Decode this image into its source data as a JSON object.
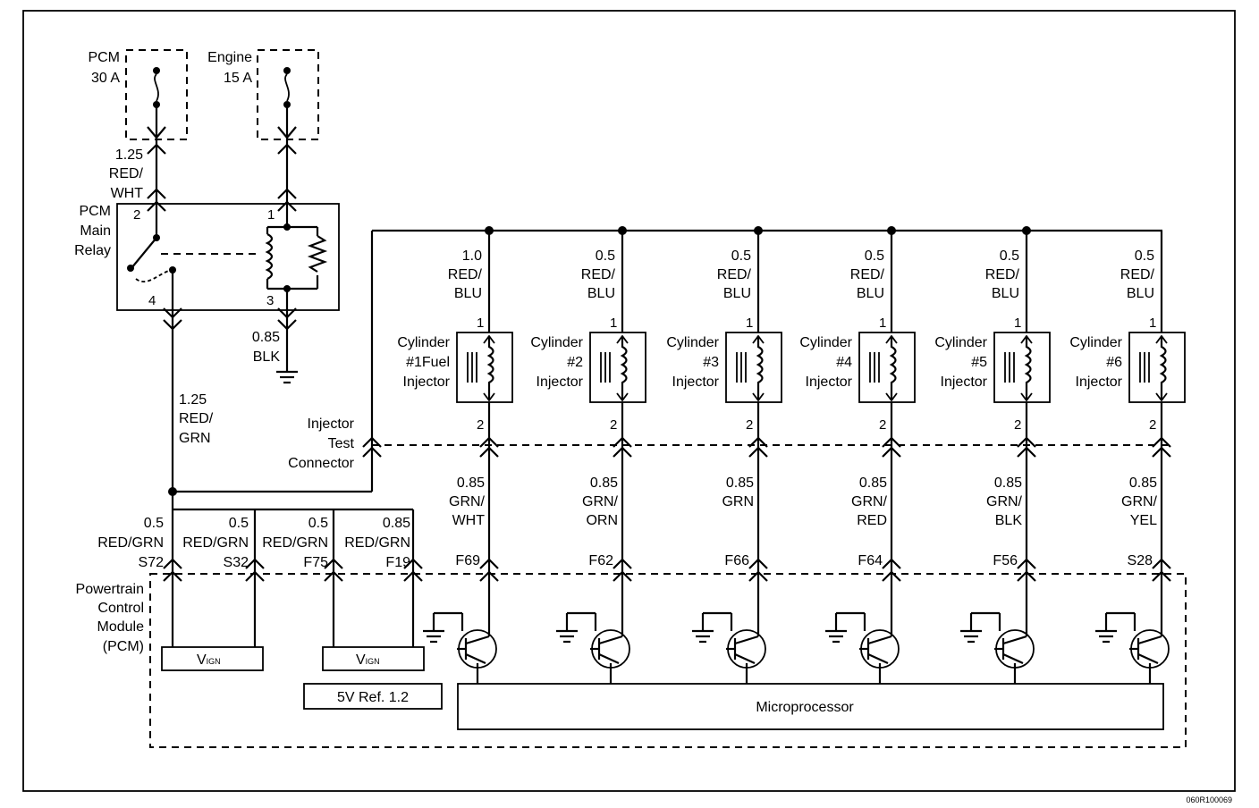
{
  "fuses": [
    {
      "name": "PCM",
      "rating": "30 A"
    },
    {
      "name": "Engine",
      "rating": "15 A"
    }
  ],
  "relay": {
    "name": [
      "PCM",
      "Main",
      "Relay"
    ],
    "input_wire": [
      "1.25",
      "RED/",
      "WHT"
    ],
    "ground_wire": [
      "0.85",
      "BLK"
    ],
    "output_wire": [
      "1.25",
      "RED/",
      "GRN"
    ],
    "pins": [
      "2",
      "1",
      "4",
      "3"
    ]
  },
  "injector_test_connector": [
    "Injector",
    "Test",
    "Connector"
  ],
  "injectors": [
    {
      "cylinder": [
        "Cylinder",
        "#1Fuel",
        "Injector"
      ],
      "feed_wire": [
        "1.0",
        "RED/",
        "BLU"
      ],
      "signal_wire": [
        "0.85",
        "GRN/",
        "WHT"
      ],
      "pcm_terminal": "F69",
      "pins": [
        "1",
        "2"
      ]
    },
    {
      "cylinder": [
        "Cylinder",
        "#2",
        "Injector"
      ],
      "feed_wire": [
        "0.5",
        "RED/",
        "BLU"
      ],
      "signal_wire": [
        "0.85",
        "GRN/",
        "ORN"
      ],
      "pcm_terminal": "F62",
      "pins": [
        "1",
        "2"
      ]
    },
    {
      "cylinder": [
        "Cylinder",
        "#3",
        "Injector"
      ],
      "feed_wire": [
        "0.5",
        "RED/",
        "BLU"
      ],
      "signal_wire": [
        "0.85",
        "GRN"
      ],
      "pcm_terminal": "F66",
      "pins": [
        "1",
        "2"
      ]
    },
    {
      "cylinder": [
        "Cylinder",
        "#4",
        "Injector"
      ],
      "feed_wire": [
        "0.5",
        "RED/",
        "BLU"
      ],
      "signal_wire": [
        "0.85",
        "GRN/",
        "RED"
      ],
      "pcm_terminal": "F64",
      "pins": [
        "1",
        "2"
      ]
    },
    {
      "cylinder": [
        "Cylinder",
        "#5",
        "Injector"
      ],
      "feed_wire": [
        "0.5",
        "RED/",
        "BLU"
      ],
      "signal_wire": [
        "0.85",
        "GRN/",
        "BLK"
      ],
      "pcm_terminal": "F56",
      "pins": [
        "1",
        "2"
      ]
    },
    {
      "cylinder": [
        "Cylinder",
        "#6",
        "Injector"
      ],
      "feed_wire": [
        "0.5",
        "RED/",
        "BLU"
      ],
      "signal_wire": [
        "0.85",
        "GRN/",
        "YEL"
      ],
      "pcm_terminal": "S28",
      "pins": [
        "1",
        "2"
      ]
    }
  ],
  "pcm_feeds": [
    {
      "gauge": "0.5",
      "color": "RED/GRN",
      "terminal": "S72"
    },
    {
      "gauge": "0.5",
      "color": "RED/GRN",
      "terminal": "S32"
    },
    {
      "gauge": "0.5",
      "color": "RED/GRN",
      "terminal": "F75"
    },
    {
      "gauge": "0.85",
      "color": "RED/GRN",
      "terminal": "F19"
    }
  ],
  "pcm": {
    "name": [
      "Powertrain",
      "Control",
      "Module",
      "(PCM)"
    ],
    "vign_main": "V",
    "vign_sub": "IGN",
    "ref_label": "5V Ref. 1.2",
    "microprocessor": "Microprocessor"
  },
  "figure_id": "060R100069"
}
